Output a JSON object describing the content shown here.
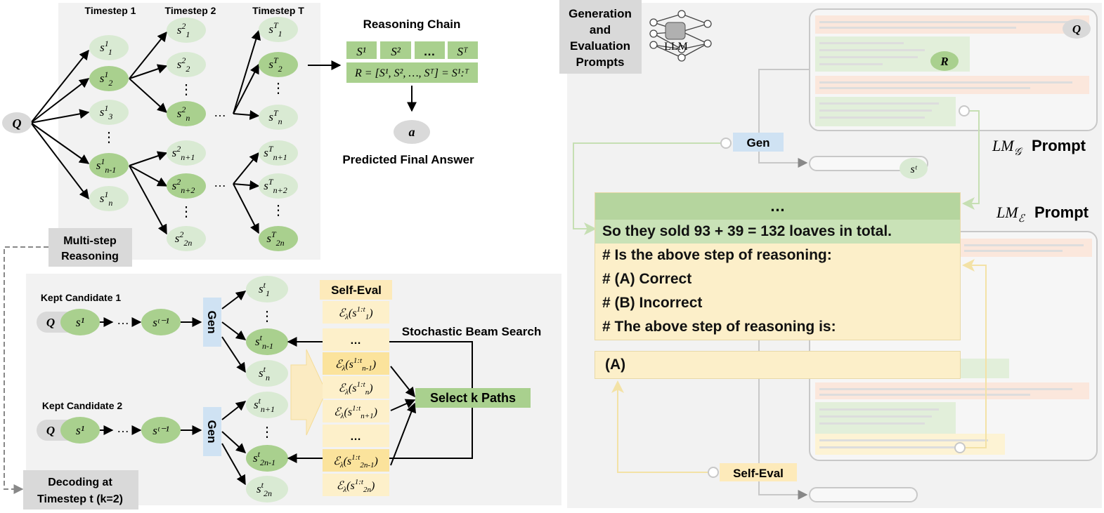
{
  "top_tree": {
    "timestep_labels": [
      "Timestep 1",
      "Timestep 2",
      "Timestep T"
    ],
    "q_label": "Q",
    "col1": [
      {
        "base": "s",
        "sup": "1",
        "sub": "1"
      },
      {
        "base": "s",
        "sup": "1",
        "sub": "2"
      },
      {
        "base": "s",
        "sup": "1",
        "sub": "3"
      },
      {
        "base": "s",
        "sup": "1",
        "sub": "n-1"
      },
      {
        "base": "s",
        "sup": "1",
        "sub": "n"
      }
    ],
    "col2": [
      {
        "base": "s",
        "sup": "2",
        "sub": "1"
      },
      {
        "base": "s",
        "sup": "2",
        "sub": "2"
      },
      {
        "base": "s",
        "sup": "2",
        "sub": "n"
      },
      {
        "base": "s",
        "sup": "2",
        "sub": "n+1"
      },
      {
        "base": "s",
        "sup": "2",
        "sub": "n+2"
      },
      {
        "base": "s",
        "sup": "2",
        "sub": "2n"
      }
    ],
    "col3": [
      {
        "base": "s",
        "sup": "T",
        "sub": "1"
      },
      {
        "base": "s",
        "sup": "T",
        "sub": "2"
      },
      {
        "base": "s",
        "sup": "T",
        "sub": "n"
      },
      {
        "base": "s",
        "sup": "T",
        "sub": "n+1"
      },
      {
        "base": "s",
        "sup": "T",
        "sub": "n+2"
      },
      {
        "base": "s",
        "sup": "T",
        "sub": "2n"
      }
    ],
    "ellipsis_v": "⋮",
    "ellipsis_h": "…"
  },
  "reasoning_chain": {
    "title": "Reasoning Chain",
    "cells": [
      "S¹",
      "S²",
      "…",
      "Sᵀ"
    ],
    "formula": "R = [S¹, S², …, Sᵀ] = S¹:ᵀ",
    "answer_label": "a",
    "answer_caption": "Predicted Final Answer"
  },
  "multistep_label": [
    "Multi-step",
    "Reasoning"
  ],
  "decoding_label": [
    "Decoding at",
    "Timestep t (k=2)"
  ],
  "beam": {
    "candidate1": "Kept Candidate 1",
    "candidate2": "Kept Candidate 2",
    "q_label": "Q",
    "s1": "s¹",
    "st_1": "sᵗ⁻¹",
    "gen": "Gen",
    "self_eval_title": "Self-Eval",
    "stochastic_label": "Stochastic Beam Search",
    "select_label": "Select k Paths",
    "right_nodes": [
      {
        "sup": "t",
        "sub": "1"
      },
      {
        "sup": "t",
        "sub": "n-1"
      },
      {
        "sup": "t",
        "sub": "n"
      },
      {
        "sup": "t",
        "sub": "n+1"
      },
      {
        "sup": "t",
        "sub": "2n-1"
      },
      {
        "sup": "t",
        "sub": "2n"
      }
    ],
    "eval_cells": [
      "1",
      "…",
      "n-1",
      "n",
      "n+1",
      "…",
      "2n-1",
      "2n"
    ]
  },
  "right_panel": {
    "prompts_label": [
      "Generation",
      "and",
      "Evaluation",
      "Prompts"
    ],
    "llm_label": "LLM",
    "q_badge": "Q",
    "r_badge": "R",
    "gen_label": "Gen",
    "st_badge": "sᵗ",
    "lmg_prompt": "Prompt",
    "lme_prompt": "Prompt",
    "self_eval_label": "Self-Eval",
    "prompt_lines": [
      "…",
      "So they sold 93 + 39 = 132 loaves in total.",
      "# Is the above step of reasoning:",
      "# (A) Correct",
      "# (B) Incorrect",
      "# The above step of reasoning is:"
    ],
    "answer": "(A)"
  },
  "colors": {
    "dark_green": "#a9d08e",
    "light_green": "#d9ead3",
    "green_bar": "#a9cf8c",
    "yellow": "#fdefc6",
    "blue": "#cfe2f3",
    "gray_box": "#d9d9d9",
    "panel": "#f2f2f2"
  }
}
